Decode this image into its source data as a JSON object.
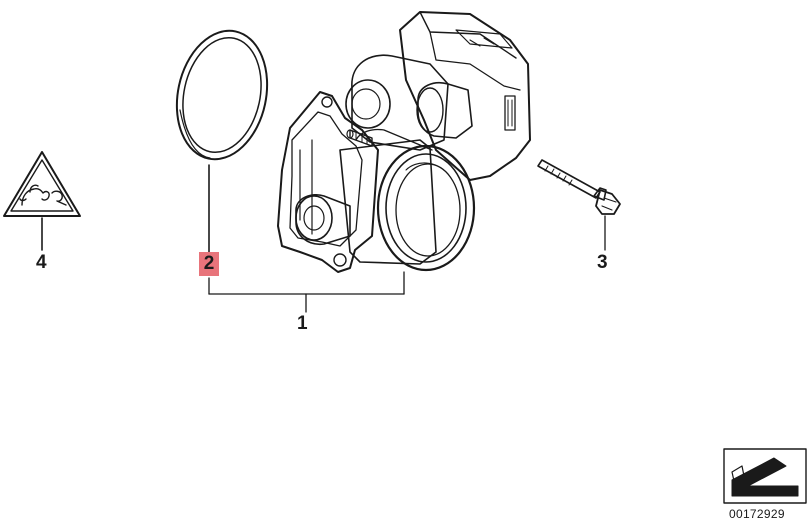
{
  "diagram": {
    "callouts": [
      {
        "label": "1",
        "part": "throttle-body"
      },
      {
        "label": "2",
        "part": "gasket-ring",
        "highlighted": true,
        "highlight_color": "#e8747b"
      },
      {
        "label": "3",
        "part": "bolt"
      },
      {
        "label": "4",
        "part": "warning-symbol"
      }
    ],
    "diagram_number": "00172929",
    "line_color": "#1a1a1a",
    "icons": [
      "caution-triangle-icon",
      "direction-arrow-icon"
    ]
  }
}
